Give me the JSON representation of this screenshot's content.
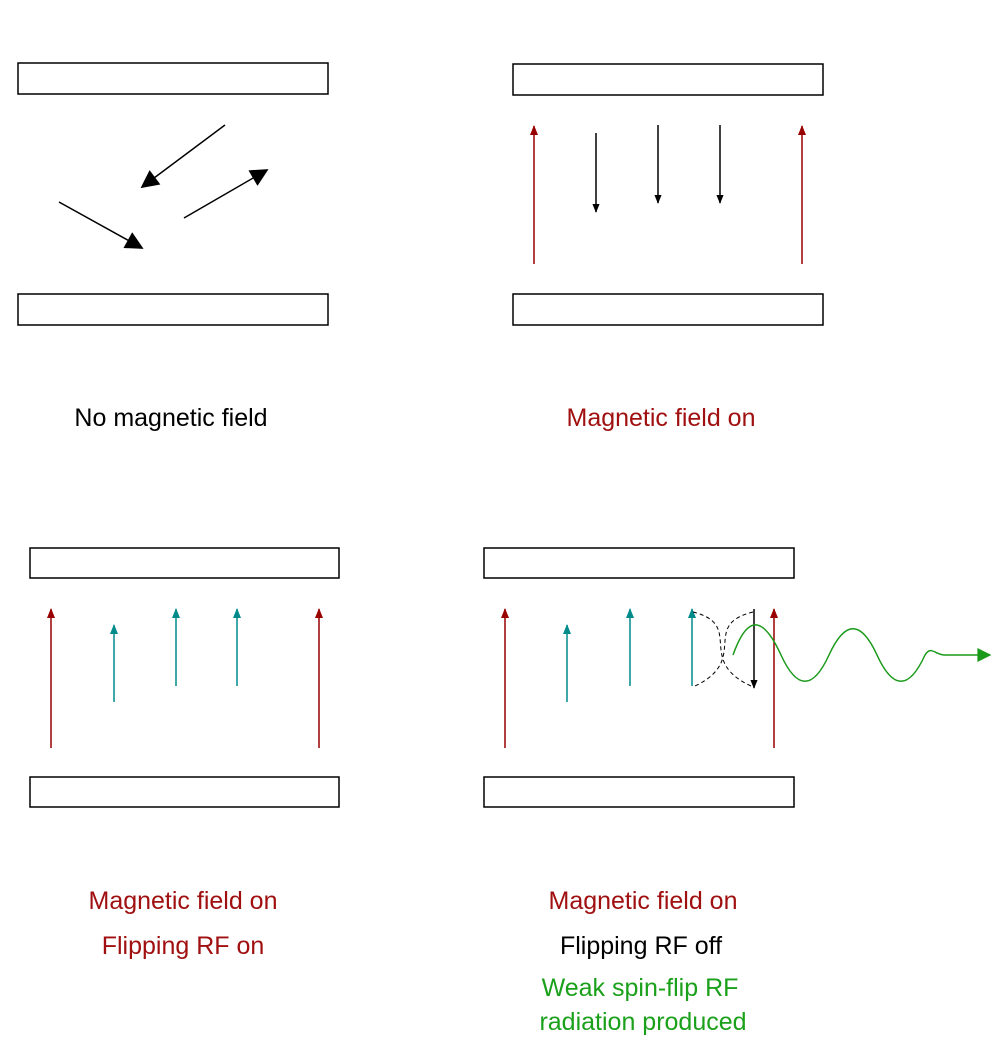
{
  "colors": {
    "black": "#000000",
    "darkred": "#990000",
    "teal": "#008b8b",
    "green": "#1a9a1a",
    "caption_red": "#a01010",
    "caption_green": "#1aa01a"
  },
  "panels": {
    "top_left": {
      "caption": "No magnetic field"
    },
    "top_right": {
      "caption": "Magnetic field on"
    },
    "bottom_left": {
      "caption_line1": "Magnetic field on",
      "caption_line2": "Flipping RF on"
    },
    "bottom_right": {
      "caption_line1": "Magnetic field on",
      "caption_line2": "Flipping RF off",
      "caption_line3": "Weak spin-flip RF",
      "caption_line4": "radiation produced"
    }
  }
}
